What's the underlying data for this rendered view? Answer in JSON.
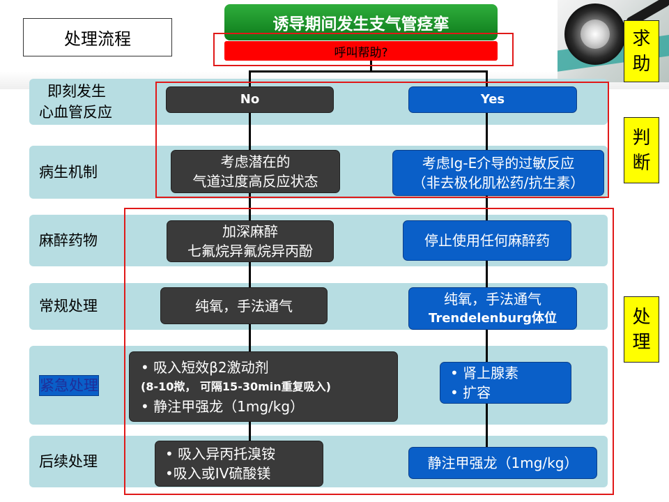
{
  "header": {
    "page_title": "处理流程",
    "main_title": "诱导期间发生支气管痉挛",
    "help_question": "呼叫帮助?"
  },
  "side_labels": {
    "seek_help": "求助",
    "judge": "判断",
    "treat": "处理"
  },
  "rows": [
    {
      "label_line1": "即刻发生",
      "label_line2": "心血管反应"
    },
    {
      "label": "病生机制"
    },
    {
      "label": "麻醉药物"
    },
    {
      "label": "常规处理"
    },
    {
      "label": "紧急处理"
    },
    {
      "label": "后续处理"
    }
  ],
  "no_branch": {
    "decision": "No",
    "mechanism_line1": "考虑潜在的",
    "mechanism_line2": "气道过度高反应状态",
    "drugs_line1": "加深麻醉",
    "drugs_line2": "七氟烷异氟烷异丙酚",
    "routine": "纯氧，手法通气",
    "emergency_line1": "吸入短效β2激动剂",
    "emergency_line2": "(8-10揿， 可隔15-30min重复吸入)",
    "emergency_line3": "静注甲强龙（1mg/kg）",
    "followup_line1": "吸入异丙托溴铵",
    "followup_line2": "吸入或IV硫酸镁"
  },
  "yes_branch": {
    "decision": "Yes",
    "mechanism_line1": "考虑Ig-E介导的过敏反应",
    "mechanism_line2": "（非去极化肌松药/抗生素）",
    "drugs": "停止使用任何麻醉药",
    "routine_line1": "纯氧，手法通气",
    "routine_line2": "Trendelenburg体位",
    "emergency_line1": "肾上腺素",
    "emergency_line2": "扩容",
    "followup": "静注甲强龙（1mg/kg）"
  },
  "bullet": "•",
  "colors": {
    "green_title": "#0c7a1a",
    "red_bar": "#ff0000",
    "row_band": "#b7dde2",
    "dark_node": "#3a3a3a",
    "blue_node": "#0a5fc8",
    "side_label": "#ffff00"
  }
}
